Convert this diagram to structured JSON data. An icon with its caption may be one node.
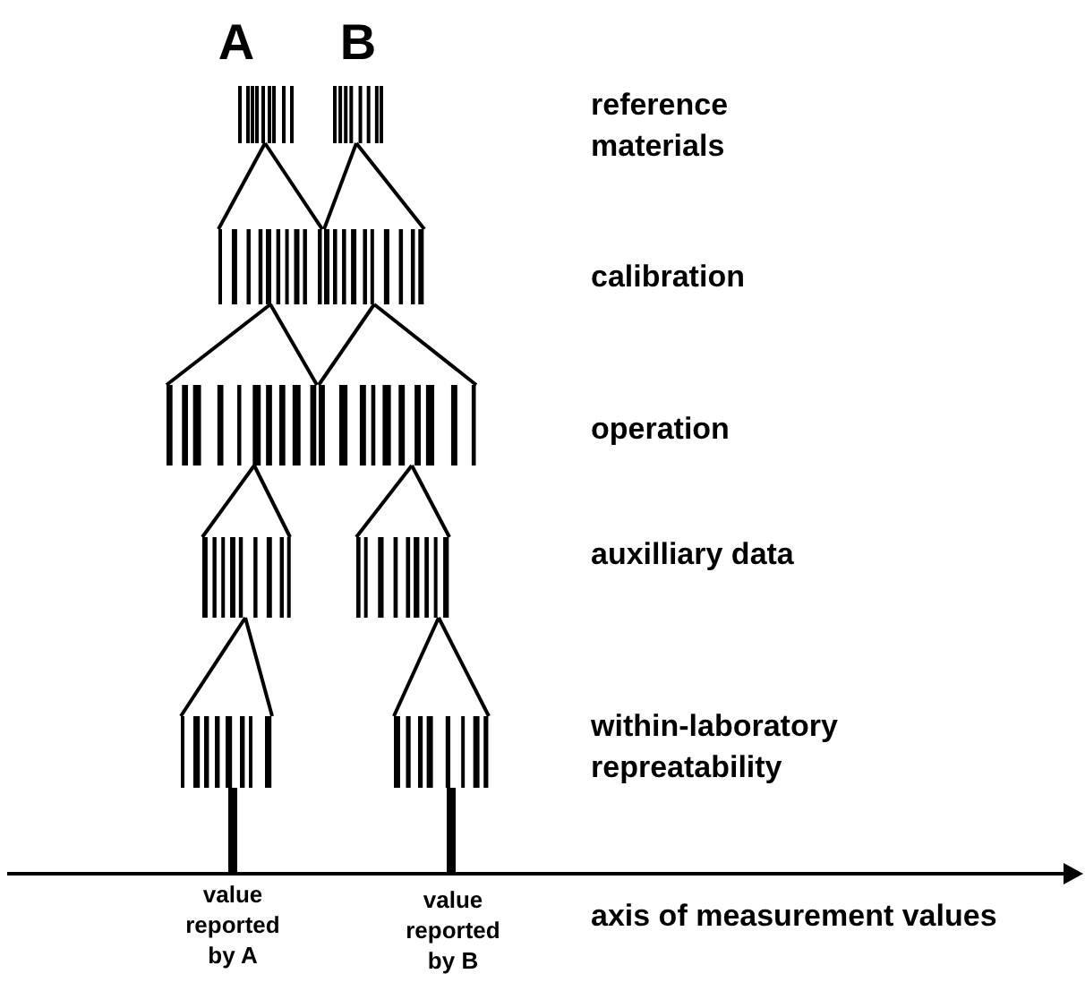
{
  "diagram": {
    "nodes": [
      {
        "text": [],
        "shape": "bar"
      },
      {
        "text": [],
        "shape": "bar"
      },
      {
        "text": [],
        "shape": "bar"
      },
      {
        "text": [],
        "shape": "bar"
      },
      {
        "text": [],
        "shape": "bar"
      },
      {
        "text": [],
        "shape": "bar"
      },
      {
        "text": [],
        "shape": "bar"
      },
      {
        "text": [],
        "shape": "bar"
      },
      {
        "text": [],
        "shape": "bar"
      },
      {
        "text": [],
        "shape": "bar"
      },
      {
        "text": [],
        "shape": "line",
        "beside": [
          "axis of measurement values"
        ]
      }
    ],
    "edges": [
      {
        "from": 0,
        "to": 2,
        "arrow": "none"
      },
      {
        "from": 0,
        "to": 2,
        "arrow": "none"
      },
      {
        "from": 1,
        "to": 3,
        "arrow": "none"
      },
      {
        "from": 1,
        "to": 3,
        "arrow": "none"
      },
      {
        "from": 2,
        "to": 4,
        "arrow": "none"
      },
      {
        "from": 2,
        "to": 4,
        "arrow": "none"
      },
      {
        "from": 3,
        "to": 5,
        "arrow": "none"
      },
      {
        "from": 3,
        "to": 5,
        "arrow": "none"
      },
      {
        "from": 4,
        "to": 6,
        "arrow": "none"
      },
      {
        "from": 4,
        "to": 6,
        "arrow": "none"
      },
      {
        "from": 5,
        "to": 7,
        "arrow": "none"
      },
      {
        "from": 5,
        "to": 7,
        "arrow": "none"
      },
      {
        "from": 6,
        "to": 8,
        "arrow": "none"
      },
      {
        "from": 6,
        "to": 8,
        "arrow": "none"
      },
      {
        "from": 7,
        "to": 9,
        "arrow": "none"
      },
      {
        "from": 7,
        "to": 9,
        "arrow": "none"
      },
      {
        "from": 8,
        "to": 10,
        "arrow": "none",
        "style": "thick"
      },
      {
        "from": 9,
        "to": 10,
        "arrow": "none",
        "style": "thick"
      }
    ],
    "labels": [
      "A",
      "B",
      "reference materials",
      "calibration",
      "operation",
      "auxilliary data",
      "within-laboratory repreatability",
      "value reported by A",
      "value reported by B"
    ]
  }
}
